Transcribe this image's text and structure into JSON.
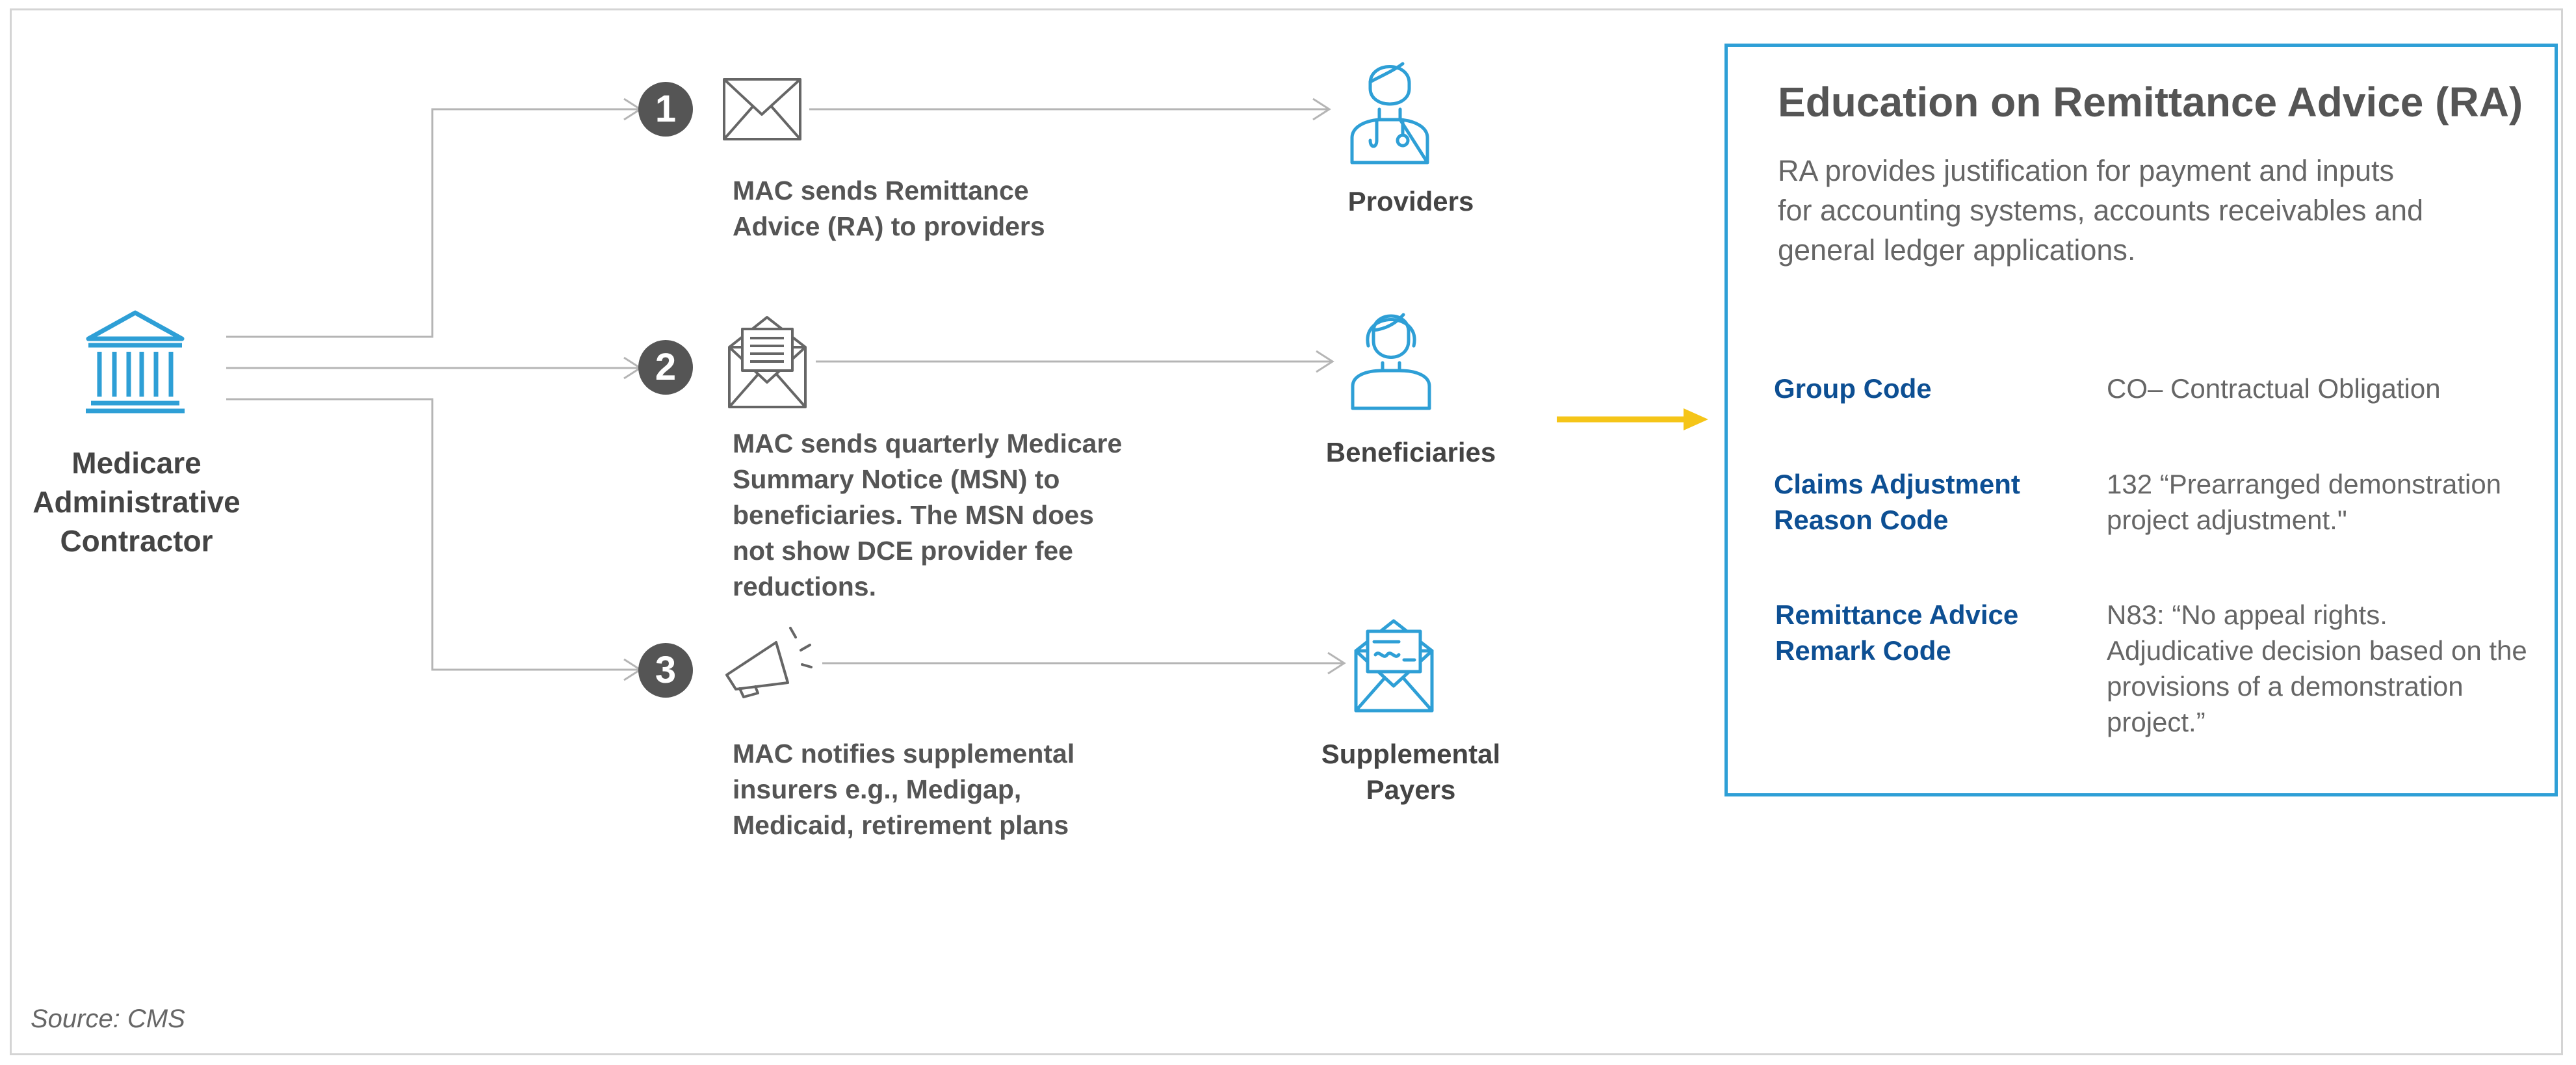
{
  "colors": {
    "accent_blue": "#2e9fd6",
    "code_blue": "#0d4f93",
    "arrow_yellow": "#f5c518",
    "badge_gray": "#555555",
    "connector_gray": "#b5b5b5"
  },
  "source": {
    "contractor": {
      "icon": "government-building-icon",
      "label": "Medicare\nAdministrative\nContractor"
    }
  },
  "steps": [
    {
      "number": "1",
      "icon": "envelope-icon",
      "text": "MAC sends Remittance\nAdvice (RA) to providers",
      "recipient": "Providers",
      "recipient_icon": "doctor-icon"
    },
    {
      "number": "2",
      "icon": "open-envelope-letter-icon",
      "text": "MAC sends quarterly Medicare\nSummary Notice (MSN) to\nbeneficiaries. The MSN does\nnot show DCE provider fee\nreductions.",
      "recipient": "Beneficiaries",
      "recipient_icon": "person-icon"
    },
    {
      "number": "3",
      "icon": "megaphone-icon",
      "text": "MAC notifies supplemental\ninsurers e.g., Medigap,\nMedicaid, retirement plans",
      "recipient": "Supplemental\nPayers",
      "recipient_icon": "check-envelope-icon"
    }
  ],
  "education": {
    "title": "Education on Remittance Advice (RA)",
    "description": "RA provides justification for payment and inputs\nfor accounting systems, accounts receivables and\ngeneral ledger applications.",
    "codes": [
      {
        "name": "Group Code",
        "value": "CO– Contractual Obligation"
      },
      {
        "name": "Claims Adjustment\nReason Code",
        "value": "132 “Prearranged demonstration\nproject adjustment.\""
      },
      {
        "name": "Remittance Advice\nRemark Code",
        "value": "N83: “No appeal rights.\nAdjudicative decision based on the\nprovisions of a demonstration\nproject.”"
      }
    ]
  },
  "footer": {
    "source_text": "Source: CMS"
  }
}
